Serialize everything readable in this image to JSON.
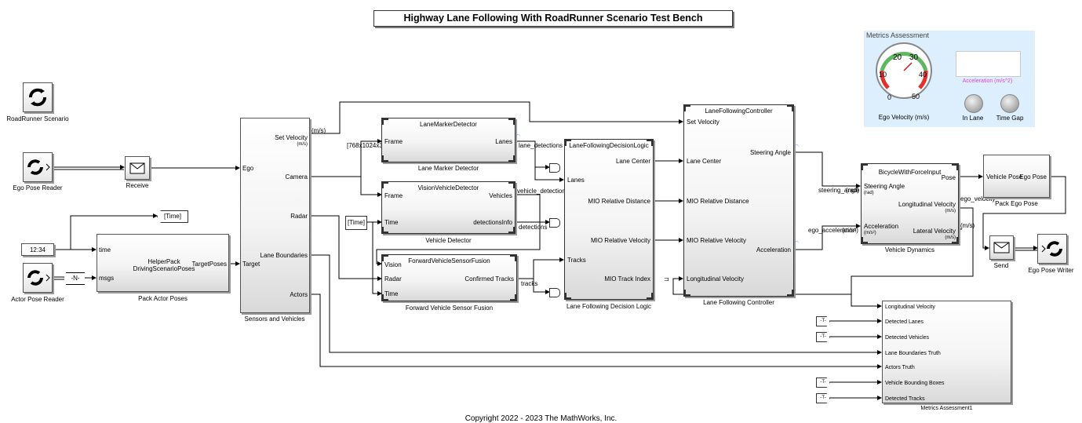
{
  "title": "Highway Lane Following With RoadRunner Scenario Test Bench",
  "copyright": "Copyright 2022 - 2023 The MathWorks, Inc.",
  "blocks": {
    "roadrunner_scenario": "RoadRunner Scenario",
    "ego_pose_reader": "Ego Pose Reader",
    "actor_pose_reader": "Actor Pose Reader",
    "receive": "Receive",
    "clock_display": "12:34",
    "n_block": "-N-",
    "time_goto": "[Time]",
    "time_from": "[Time]",
    "pack_actor_poses": {
      "name": "HelperPack\nDrivingScenarioPoses",
      "caption": "Pack Actor Poses",
      "in_time": "time",
      "in_msgs": "msgs",
      "out": "TargetPoses"
    },
    "sensors": {
      "caption": "Sensors and Vehicles",
      "in_ego": "Ego",
      "in_target": "Target",
      "out_set_velocity": "Set Velocity",
      "out_set_velocity_unit": "(m/s)",
      "out_camera": "Camera",
      "out_radar": "Radar",
      "out_lane_boundaries": "Lane Boundaries",
      "out_actors": "Actors",
      "sig_ms": "(m/s)",
      "sig_img": "[768x1024x3]"
    },
    "lane_marker": {
      "name": "LaneMarkerDetector",
      "caption": "Lane Marker Detector",
      "in": "Frame",
      "out": "Lanes",
      "sig": "lane_detections"
    },
    "vehicle_detector": {
      "name": "VisionVehicleDetector",
      "caption": "Vehicle Detector",
      "in_frame": "Frame",
      "in_time": "Time",
      "out_vehicles": "Vehicles",
      "out_info": "detectionsInfo",
      "sig_vd": "vehicle_detections",
      "sig_det": "detections"
    },
    "fusion": {
      "name": "ForwardVehicleSensorFusion",
      "caption": "Forward Vehicle Sensor Fusion",
      "in_vision": "Vision",
      "in_radar": "Radar",
      "in_time": "Time",
      "out": "Confirmed Tracks",
      "sig": "tracks"
    },
    "decision": {
      "name": "LaneFollowingDecisionLogic",
      "caption": "Lane Following Decision Logic",
      "in_lanes": "Lanes",
      "in_tracks": "Tracks",
      "out_center": "Lane Center",
      "out_mio_dist": "MIO Relative Distance",
      "out_mio_vel": "MIO Relative Velocity",
      "out_mio_idx": "MIO Track Index"
    },
    "controller": {
      "name": "LaneFollowingController",
      "caption": "Lane Following Controller",
      "in_set_velocity": "Set Velocity",
      "in_center": "Lane Center",
      "in_mio_dist": "MIO Relative Distance",
      "in_mio_vel": "MIO Relative Velocity",
      "in_long_vel": "Longitudinal Velocity",
      "out_steer": "Steering Angle",
      "out_accel": "Acceleration"
    },
    "dynamics": {
      "name": "BicycleWithForceInput",
      "caption": "Vehicle Dynamics",
      "in_steer": "Steering Angle",
      "in_steer_unit": "(rad)",
      "in_accel": "Acceleration",
      "in_accel_unit": "(m/s²)",
      "out_pose": "Pose",
      "out_long": "Longitudinal Velocity",
      "out_long_unit": "(m/s)",
      "out_lat": "Lateral Velocity",
      "out_lat_unit": "(m/s)",
      "sig_steer": "steering_angle",
      "sig_accel": "ego_acceleration",
      "sig_vel": "ego_velocity",
      "sig_rad": "(rad)",
      "sig_ms2": "(m/s²)",
      "sig_ms": "(m/s)"
    },
    "pack_ego": {
      "caption": "Pack Ego Pose",
      "in": "Vehicle Pose",
      "out": "Ego Pose"
    },
    "send": "Send",
    "ego_pose_writer": "Ego Pose Writer",
    "metrics_panel": {
      "title": "Metrics Assessment",
      "gauge_label": "Ego Velocity (m/s)",
      "gauge_ticks": [
        "0",
        "10",
        "20",
        "30",
        "40",
        "50"
      ],
      "accel_label": "Acceleration (m/s^2)",
      "lamp_in_lane": "In Lane",
      "lamp_time_gap": "Time Gap"
    },
    "metrics_block": {
      "caption": "Metrics Assessment1",
      "ports": [
        "Longitudinal Velocity",
        "Detected Lanes",
        "Detected Vehicles",
        "Lane Boundaries Truth",
        "Actors Truth",
        "Vehicle Bounding Boxes",
        "Detected Tracks"
      ],
      "tag": "-T-"
    }
  },
  "colors": {
    "gauge_panel": "#ddeefc",
    "accel_label": "#e040e0",
    "wifi": "#2a7ad5"
  }
}
